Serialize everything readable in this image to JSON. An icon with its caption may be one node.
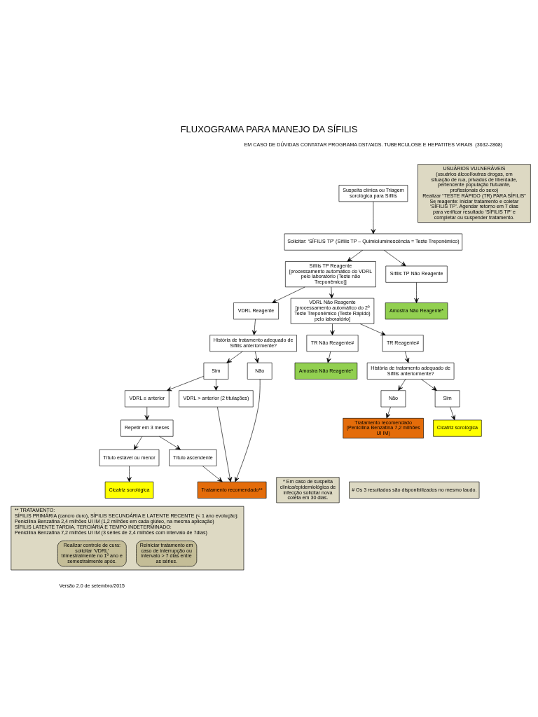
{
  "diagram": {
    "title": "FLUXOGRAMA PARA MANEJO DA SÍFILIS",
    "nodes": [
      {
        "text": [
          "Suspeita clínica ou Triagem sorológica para Sífilis"
        ]
      },
      {
        "text": [
          "Solicitar: ‘SÍFILIS TP’ (Sífilis TP – Quimioluminescência = Teste Treponêmico)"
        ]
      },
      {
        "text": [
          "Sífilis TP Reagente",
          "[processamento automático do VDRL pelo laboratório (Teste não Treponêmico)]"
        ]
      },
      {
        "text": [
          "Sífilis TP Não Reagente"
        ]
      },
      {
        "text": [
          "Amostra Não Reagente*"
        ]
      },
      {
        "text": [
          "VDRL Reagente"
        ]
      },
      {
        "text": [
          "VDRL Não Reagente",
          "[processamento automático do 2º Teste Treponêmico (Teste Rápido) pelo laboratório]"
        ]
      },
      {
        "text": [
          "História de tratamento adequado de Sífilis anteriormente?"
        ]
      },
      {
        "text": [
          "TR Não Reagente#"
        ]
      },
      {
        "text": [
          "TR Reagente#"
        ]
      },
      {
        "text": [
          "Sim"
        ]
      },
      {
        "text": [
          "Não"
        ]
      },
      {
        "text": [
          "Amostra Não Reagente*"
        ]
      },
      {
        "text": [
          "História de tratamento adequado de Sífilis anteriormente?"
        ]
      },
      {
        "text": [
          "VDRL ≤ anterior"
        ]
      },
      {
        "text": [
          "VDRL > anterior (2 titulações)"
        ]
      },
      {
        "text": [
          "Não"
        ]
      },
      {
        "text": [
          "Sim"
        ]
      },
      {
        "text": [
          "Repetir em 3 meses"
        ]
      },
      {
        "text": [
          "Título ascendente"
        ]
      },
      {
        "text": [
          "Tratamento recomendado**"
        ]
      },
      {
        "text": [
          "Tratamento recomendado",
          "(Penicilina Benzatina 7,2 milhões UI IM)"
        ]
      },
      {
        "text": [
          "Cicatriz sorológica"
        ]
      },
      {
        "text": [
          "Título estável ou menor"
        ]
      },
      {
        "text": [
          "Cicatriz sorológica"
        ]
      },
      {
        "text": [
          "USUÁRIOS VULNERÁVEIS",
          "(usuários álcool/outras drogas, em situação de rua, privados de liberdade, pertencente população flutuante, profissionais do sexo)",
          "Realizar “TESTE RÁPIDO (TR) PARA SÍFILIS”",
          "Se reagente: iniciar tratamento e coletar ‘SÍFILIS TP’. Agendar retorno em 7 dias para verificar resultado ‘SÍFILIS TP’ e completar ou suspender tratamento."
        ]
      },
      {
        "text": [
          "* Em caso de suspeita clínica/epidemiológica de infecção solicitar nova coleta em 30 dias."
        ]
      },
      {
        "text": [
          "# Os 3 resultados são disponibilizados no mesmo laudo."
        ]
      },
      {
        "text": [
          "** TRATAMENTO:",
          "SÍFILIS PRIMÁRIA (cancro duro), SÍFILIS SECUNDÁRIA E LATENTE RECENTE (< 1 ano evolução):",
          "Penicilina Benzatina 2,4 milhões UI IM (1,2 milhões em cada glúteo, na mesma aplicação)",
          "SÍFILIS LATENTE TARDIA, TERCIÁRIA E TEMPO INDETERMINADO:",
          "Penicilina Benzatina 7,2 milhões UI IM (3 séries de 2,4 milhões com intervalo de 7dias)"
        ]
      },
      {
        "text": [
          "Reiniciar tratamento em caso de interrupção ou intervalo > 7 dias entre as séries."
        ],
        "in": 28
      },
      {
        "text": [
          "Realizar controle de cura: solicitar ‘VDRL’ trimestralmente no 1º ano e semestralmente após."
        ],
        "in": 28
      }
    ],
    "edges": [
      {
        "from": 0,
        "to": 1,
        "arrow": "to"
      },
      {
        "from": 1,
        "to": 2,
        "arrow": "to"
      },
      {
        "from": 1,
        "to": 3,
        "arrow": "to"
      },
      {
        "from": 3,
        "to": 4,
        "arrow": "to"
      },
      {
        "from": 2,
        "to": 5,
        "arrow": "to"
      },
      {
        "from": 2,
        "to": 6,
        "arrow": "to"
      },
      {
        "from": 5,
        "to": 7,
        "arrow": "to"
      },
      {
        "from": 7,
        "to": 10,
        "arrow": "to"
      },
      {
        "from": 7,
        "to": 11,
        "arrow": "to"
      },
      {
        "from": 6,
        "to": 8,
        "arrow": "to"
      },
      {
        "from": 6,
        "to": 9,
        "arrow": "to"
      },
      {
        "from": 8,
        "to": 12,
        "arrow": "to"
      },
      {
        "from": 9,
        "to": 13,
        "arrow": "to"
      },
      {
        "from": 13,
        "to": 16,
        "arrow": "to"
      },
      {
        "from": 13,
        "to": 17,
        "arrow": "to"
      },
      {
        "from": 16,
        "to": 21,
        "arrow": "to"
      },
      {
        "from": 17,
        "to": 22,
        "arrow": "to"
      },
      {
        "from": 10,
        "to": 14,
        "arrow": "to"
      },
      {
        "from": 10,
        "to": 15,
        "arrow": "to"
      },
      {
        "from": 15,
        "to": 20,
        "arrow": "to"
      },
      {
        "from": 11,
        "to": 20,
        "arrow": "to"
      },
      {
        "from": 14,
        "to": 18,
        "arrow": "to"
      },
      {
        "from": 18,
        "to": 19,
        "arrow": "to"
      },
      {
        "from": 19,
        "to": 20,
        "arrow": "to"
      },
      {
        "from": 18,
        "to": 23,
        "arrow": "to"
      },
      {
        "from": 23,
        "to": 24,
        "arrow": "to"
      }
    ],
    "labels": [
      "EM CASO DE DÚVIDAS CONTATAR PROGRAMA DST/AIDS. TUBERCULOSE E HEPATITES VIRAIS  (3632-2868)",
      "Versão 2.0 de setembro/2015"
    ]
  }
}
